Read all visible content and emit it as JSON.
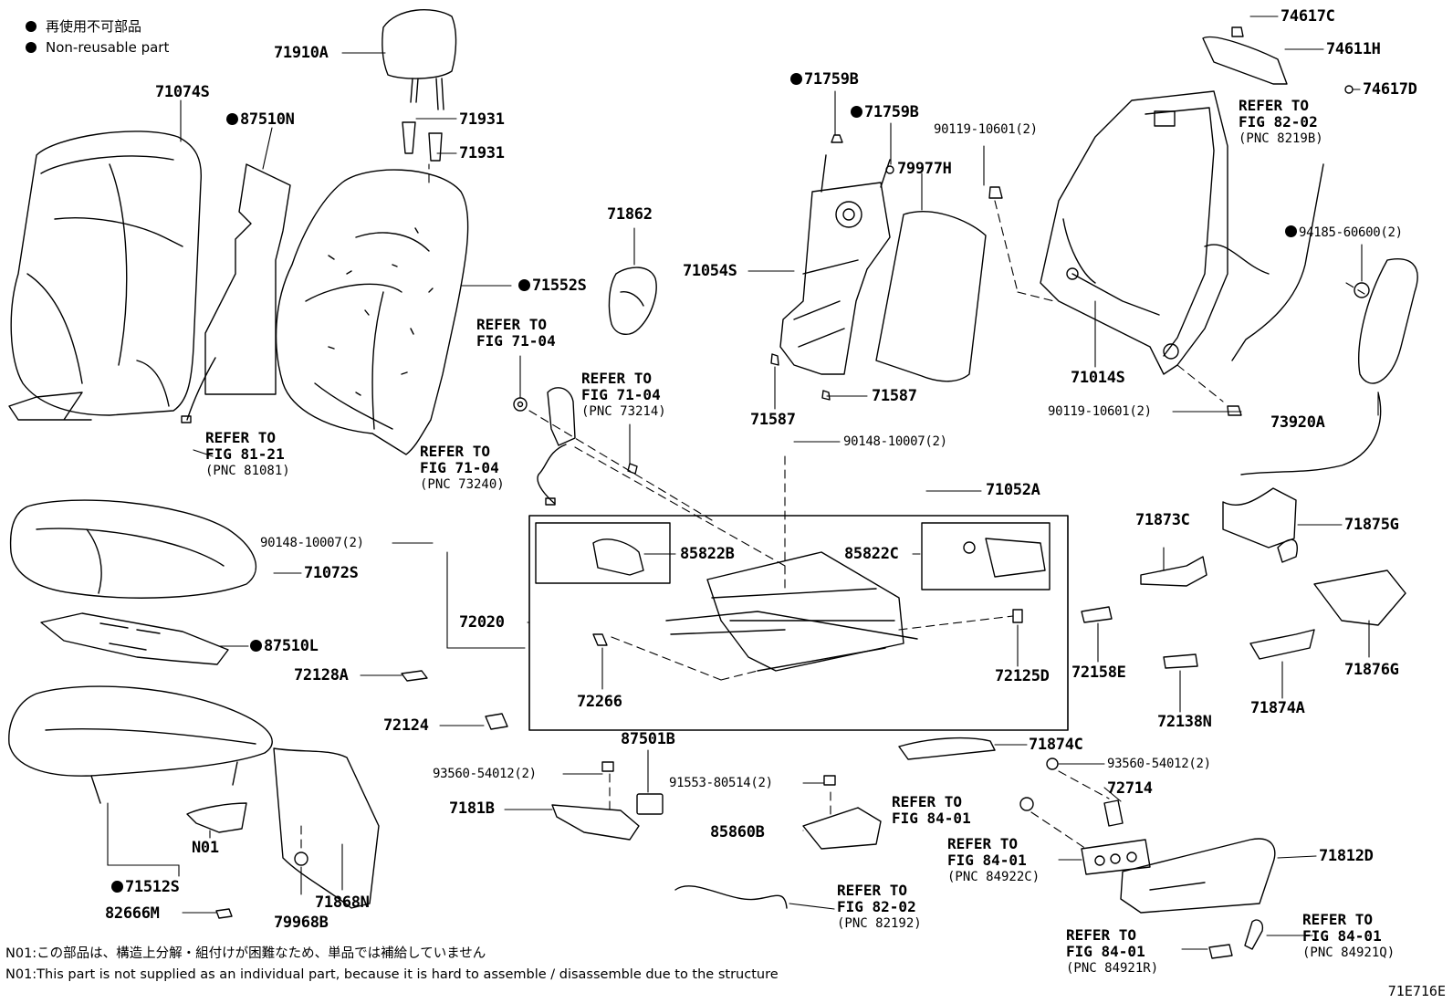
{
  "legend": {
    "jp": "再使用不可部品",
    "en": "Non-reusable part"
  },
  "figure_id": "71E716E",
  "notes": {
    "jp": "N01:この部品は、構造上分解・組付けが困難なため、単品では補給していません",
    "en": "N01:This part is not supplied as an individual part, because it is hard to assemble / disassemble due to the structure"
  },
  "parts": {
    "p71074S": "71074S",
    "p87510N": "87510N",
    "p71910A": "71910A",
    "p71931a": "71931",
    "p71931b": "71931",
    "p71759Ba": "71759B",
    "p71759Bb": "71759B",
    "p79977H": "79977H",
    "p71862": "71862",
    "p71552S": "71552S",
    "p71054S": "71054S",
    "p71587a": "71587",
    "p71587b": "71587",
    "p74617C": "74617C",
    "p74611H": "74611H",
    "p74617D": "74617D",
    "p90119a": "90119-10601(2)",
    "p90119b": "90119-10601(2)",
    "p71014S": "71014S",
    "p94185": "94185-60600(2)",
    "p73920A": "73920A",
    "p90148a": "90148-10007(2)",
    "p90148b": "90148-10007(2)",
    "p71052A": "71052A",
    "p71072S": "71072S",
    "p87510L": "87510L",
    "p72128A": "72128A",
    "p72124": "72124",
    "p85822B": "85822B",
    "p85822C": "85822C",
    "p72020": "72020",
    "p72266": "72266",
    "p72125D": "72125D",
    "p72158E": "72158E",
    "p71873C": "71873C",
    "p71875G": "71875G",
    "p71876G": "71876G",
    "p71874A": "71874A",
    "p72138N": "72138N",
    "p71874C": "71874C",
    "p87501B": "87501B",
    "p93560a": "93560-54012(2)",
    "p93560b": "93560-54012(2)",
    "p91553": "91553-80514(2)",
    "p7181B": "7181B",
    "p85860B": "85860B",
    "p72714": "72714",
    "p71812D": "71812D",
    "pN01": "N01",
    "p71512S": "71512S",
    "p82666M": "82666M",
    "p79968B": "79968B",
    "p71868N": "71868N"
  },
  "refs": {
    "r8121": {
      "l1": "REFER TO",
      "l2": "FIG 81-21",
      "l3": "(PNC 81081)"
    },
    "r7104a": {
      "l1": "REFER TO",
      "l2": "FIG 71-04"
    },
    "r7104b": {
      "l1": "REFER TO",
      "l2": "FIG 71-04",
      "l3": "(PNC 73214)"
    },
    "r7104c": {
      "l1": "REFER TO",
      "l2": "FIG 71-04",
      "l3": "(PNC 73240)"
    },
    "r8202a": {
      "l1": "REFER TO",
      "l2": "FIG 82-02",
      "l3": "(PNC 8219B)"
    },
    "r8401a": {
      "l1": "REFER TO",
      "l2": "FIG 84-01"
    },
    "r8401b": {
      "l1": "REFER TO",
      "l2": "FIG 84-01",
      "l3": "(PNC 84922C)"
    },
    "r8202b": {
      "l1": "REFER TO",
      "l2": "FIG 82-02",
      "l3": "(PNC 82192)"
    },
    "r8401c": {
      "l1": "REFER TO",
      "l2": "FIG 84-01",
      "l3": "(PNC 84921R)"
    },
    "r8401d": {
      "l1": "REFER TO",
      "l2": "FIG 84-01",
      "l3": "(PNC 84921Q)"
    }
  }
}
